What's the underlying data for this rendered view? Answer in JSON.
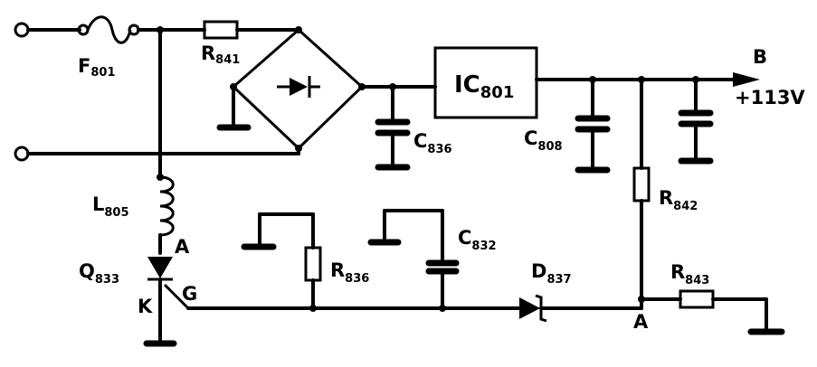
{
  "labels": {
    "fuse": {
      "main": "F",
      "sub": "801"
    },
    "r841": {
      "main": "R",
      "sub": "841"
    },
    "ic": {
      "main": "IC",
      "sub": "801"
    },
    "terminal_b": "B",
    "voltage": "+113V",
    "c836": {
      "main": "C",
      "sub": "836"
    },
    "c808": {
      "main": "C",
      "sub": "808"
    },
    "r842": {
      "main": "R",
      "sub": "842"
    },
    "l805": {
      "main": "L",
      "sub": "805"
    },
    "c832": {
      "main": "C",
      "sub": "832"
    },
    "anode": "A",
    "q833": {
      "main": "Q",
      "sub": "833"
    },
    "cathode": "K",
    "gate": "G",
    "r836": {
      "main": "R",
      "sub": "836"
    },
    "d837": {
      "main": "D",
      "sub": "837"
    },
    "r843": {
      "main": "R",
      "sub": "843"
    },
    "node_a": "A"
  }
}
